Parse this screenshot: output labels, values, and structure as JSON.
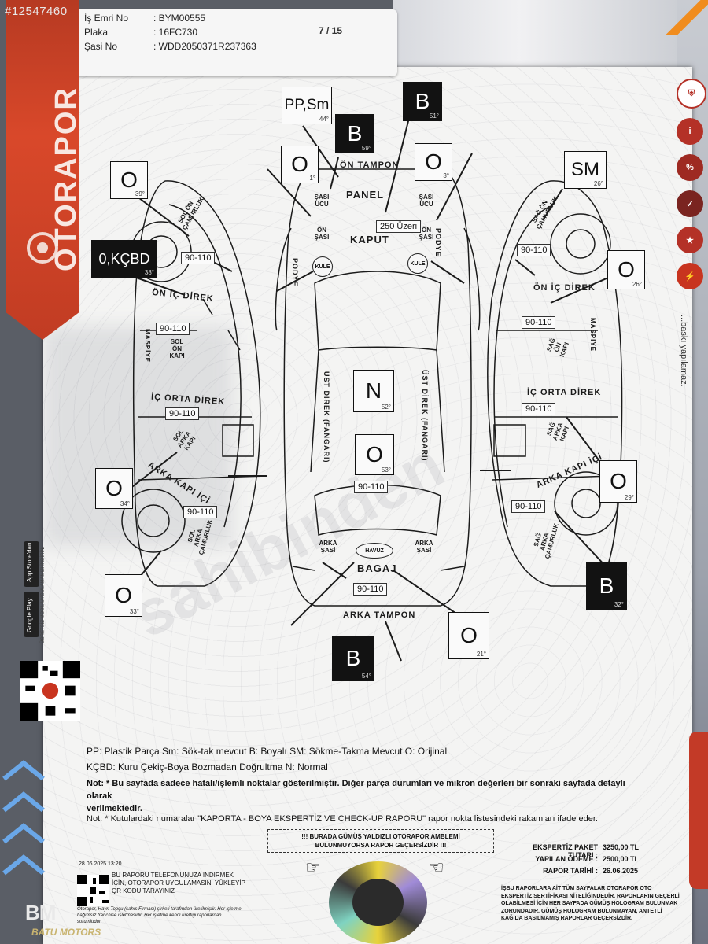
{
  "watermark_id": "#12547460",
  "header": {
    "rows": [
      {
        "key": "İş Emri No",
        "value": ": BYM00555"
      },
      {
        "key": "Plaka",
        "value": ": 16FC730"
      },
      {
        "key": "Şasi No",
        "value": ": WDD2050371R237363"
      }
    ],
    "page": "7 / 15"
  },
  "brand": {
    "name": "OTORAPOR"
  },
  "boxes": [
    {
      "code": "PP,Sm",
      "deg": "44°",
      "dark": false
    },
    {
      "code": "B",
      "deg": "59°",
      "dark": true
    },
    {
      "code": "B",
      "deg": "51°",
      "dark": true
    },
    {
      "code": "O",
      "deg": "1°",
      "dark": false
    },
    {
      "code": "O",
      "deg": "3°",
      "dark": false
    },
    {
      "code": "O",
      "deg": "39°",
      "dark": false
    },
    {
      "code": "SM",
      "deg": "26°",
      "dark": false
    },
    {
      "code": "0,KÇBD",
      "deg": "38°",
      "dark": true
    },
    {
      "code": "O",
      "deg": "26°",
      "dark": false
    },
    {
      "code": "N",
      "deg": "52°",
      "dark": false
    },
    {
      "code": "O",
      "deg": "53°",
      "dark": false
    },
    {
      "code": "O",
      "deg": "34°",
      "dark": false
    },
    {
      "code": "O",
      "deg": "29°",
      "dark": false
    },
    {
      "code": "O",
      "deg": "33°",
      "dark": false
    },
    {
      "code": "B",
      "deg": "32°",
      "dark": true
    },
    {
      "code": "O",
      "deg": "21°",
      "dark": false
    },
    {
      "code": "B",
      "deg": "54°",
      "dark": true
    }
  ],
  "ranges": {
    "r1": "90-110",
    "r2": "90-110",
    "r3": "90-110",
    "r4": "90-110",
    "r5": "90-110",
    "r6": "90-110",
    "r7": "90-110",
    "r8": "90-110",
    "r9": "90-110",
    "r10": "90-110",
    "r11": "250 Üzeri"
  },
  "labels": {
    "on_tampon": "ÖN TAMPON",
    "panel": "PANEL",
    "kaput": "KAPUT",
    "bagaj": "BAGAJ",
    "arka_tampon": "ARKA TAMPON",
    "havuz": "HAVUZ",
    "kule": "KULE",
    "sasi_ucu": "ŞASİ UCU",
    "on_sasi": "ÖN ŞASİ",
    "arka_sasi": "ARKA ŞASİ",
    "podye": "PODYE",
    "ust_direk": "ÜST DİREK (FANGARI)",
    "on_ic_direk": "ÖN İÇ DİREK",
    "ic_orta_direk": "İÇ ORTA DİREK",
    "arka_kapi_ici": "ARKA KAPI İÇİ",
    "maspiye": "MASPİYE",
    "sol_on_camurluk": "SOL ÖN ÇAMURLUK",
    "sol_on_kapi": "SOL ÖN KAPI",
    "sol_arka_kapi": "SOL ARKA KAPI",
    "sol_arka_camurluk": "SOL ARKA ÇAMURLUK",
    "sag_on_camurluk": "SAĞ ÖN ÇAMURLUK",
    "sag_on_kapi": "SAĞ ÖN KAPI",
    "sag_arka_kapi": "SAĞ ARKA KAPI",
    "sag_arka_camurluk": "SAĞ ARKA ÇAMURLUK"
  },
  "legend": {
    "line1": "PP: Plastik Parça Sm: Sök-tak mevcut B: Boyalı SM: Sökme-Takma Mevcut O: Orijinal",
    "line2": "KÇBD: Kuru Çekiç-Boya Bozmadan Doğrultma N: Normal"
  },
  "notes": {
    "note1_a": "Not: * Bu sayfada sadece hatalı/işlemli noktalar gösterilmiştir. Diğer parça durumları ve mikron değerleri bir sonraki sayfada detaylı olarak",
    "note1_b": "verilmektedir.",
    "note2": "Not: * Kutulardaki numaralar \"KAPORTA - BOYA EKSPERTİZ VE CHECK-UP RAPORU\" rapor nokta listesindeki rakamları ifade eder."
  },
  "warning": {
    "line1": "!!! BURADA GÜMÜŞ YALDIZLI OTORAPOR AMBLEMİ",
    "line2": "BULUNMUYORSA RAPOR GEÇERSİZDİR !!!"
  },
  "fees": [
    {
      "key": "EKSPERTİZ PAKET TUTARI :",
      "value": "3250,00 TL"
    },
    {
      "key": "YAPILAN ÖDEME :",
      "value": "2500,00 TL"
    },
    {
      "key": "RAPOR TARİHİ :",
      "value": "26.06.2025"
    }
  ],
  "cert_text": "İŞBU RAPORLARA AİT TÜM SAYFALAR OTORAPOR OTO EKSPERTİZ SERTİFİKASI NİTELİĞİNDEDİR. RAPORLARIN GEÇERLİ OLABİLMESİ İÇİN HER SAYFADA GÜMÜŞ HOLOGRAM BULUNMAK ZORUNDADIR. GÜMÜŞ HOLOGRAM BULUNMAYAN, ANTETLİ KAĞIDA BASILMAMIŞ RAPORLAR GEÇERSİZDİR.",
  "print_time": "28.06.2025 13:20",
  "qr_caption": "BU RAPORU TELEFONUNUZA İNDİRMEK İÇİN, OTORAPOR UYGULAMASINI YÜKLEYİP QR KODU TARAYINIZ",
  "footnote": "Otorapor, Hayri Topçu (şahıs Firması) şirketi tarafından üretilmiştir. Her işletme bağımsız franchise işletmesidir. Her işletme kendi ürettiği raporlardan sorumludur.",
  "side_note": "...baskı yapılamaz.",
  "store": {
    "app": "App Store'dan",
    "play": "Google Play",
    "caption": "ÜCRETSİZ MOBİL UYGULAMAMIZI İNDİRİN."
  },
  "dealer": {
    "big": "BM",
    "small": "BATU MOTORS"
  },
  "sg_watermark": "sahibinden"
}
